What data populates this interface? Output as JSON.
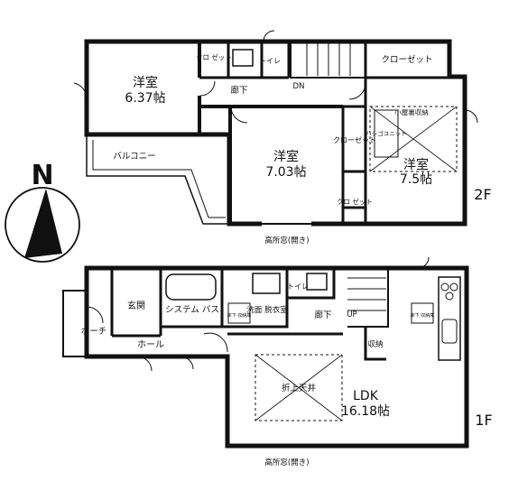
{
  "compass": {
    "north_label": "N"
  },
  "floors": {
    "second": {
      "label": "2F",
      "rooms": {
        "western_room_a": {
          "name": "洋室",
          "size": "6.37帖"
        },
        "western_room_b": {
          "name": "洋室",
          "size": "7.03帖"
        },
        "western_room_c": {
          "name": "洋室",
          "size": "7.5帖"
        }
      },
      "closet_small_a": "クロ ゼット",
      "closet_small_b": "クロ ゼット",
      "closet_tall": "クローゼット",
      "closet_top": "クローゼット",
      "toilet": "トイレ",
      "hallway": "廊下",
      "stair_dn": "DN",
      "balcony": "バルコニー",
      "attic_storage": "小屋裏収納",
      "ladder": "ハシゴユニット",
      "high_window": "高所窓(開き)"
    },
    "first": {
      "label": "1F",
      "entrance": "玄関",
      "porch": "ポーチ",
      "hall": "ホール",
      "system_bath": "システム バス",
      "washroom": "洗面 脱衣室",
      "toilet": "トイレ",
      "hallway": "廊下",
      "stair_up": "UP",
      "storage": "収納",
      "ldk": {
        "name": "LDK",
        "size": "16.18帖"
      },
      "coffered_ceiling": "折上天井",
      "floor_storage_a": "床下 収納庫",
      "floor_storage_b": "床下 収納庫",
      "high_window": "高所窓(開き)"
    }
  }
}
